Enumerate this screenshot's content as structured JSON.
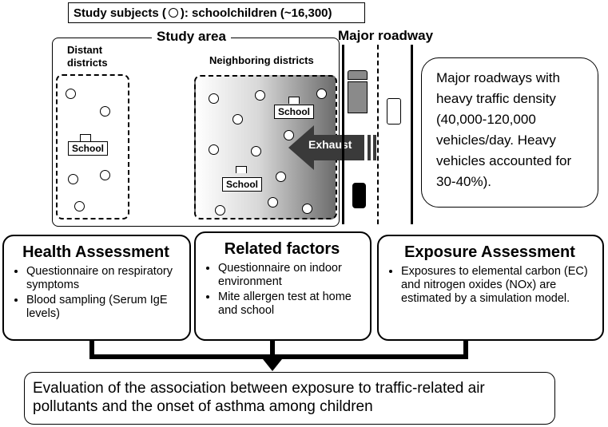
{
  "header": {
    "prefix": "Study subjects (",
    "suffix": "): schoolchildren (~16,300)"
  },
  "study_area": {
    "title": "Study area",
    "distant_label_line1": "Distant",
    "distant_label_line2": "districts",
    "neighbor_label": "Neighboring districts",
    "school_label": "School"
  },
  "roadway": {
    "title": "Major roadway",
    "exhaust_label": "Exhaust"
  },
  "info_box": {
    "text": "Major roadways with heavy traffic density (40,000-120,000 vehicles/day. Heavy vehicles accounted for 30-40%)."
  },
  "health": {
    "title": "Health Assessment",
    "items": [
      "Questionnaire on respiratory symptoms",
      "Blood sampling (Serum IgE levels)"
    ]
  },
  "related": {
    "title": "Related factors",
    "items": [
      "Questionnaire on indoor environment",
      "Mite allergen test at home and school"
    ]
  },
  "exposure": {
    "title": "Exposure Assessment",
    "items": [
      "Exposures to elemental carbon (EC) and nitrogen oxides (NOx) are estimated by a simulation model."
    ]
  },
  "evaluation": {
    "text": "Evaluation of the association between exposure to traffic-related air pollutants and the onset of asthma among children"
  },
  "colors": {
    "gradient_dark": "#6c6c6c",
    "arrow": "#3a3a3a",
    "truck": "#8a8a8a"
  }
}
